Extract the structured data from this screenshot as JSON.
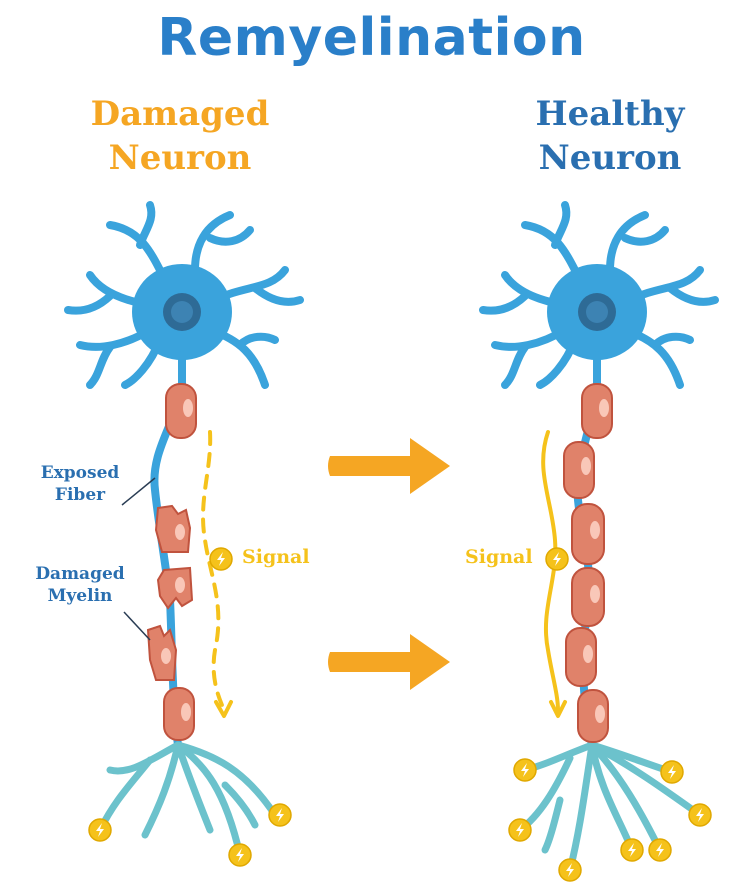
{
  "title": "Remyelination",
  "left": {
    "heading_line1": "Damaged",
    "heading_line2": "Neuron"
  },
  "right": {
    "heading_line1": "Healthy",
    "heading_line2": "Neuron"
  },
  "labels": {
    "exposed_fiber_line1": "Exposed",
    "exposed_fiber_line2": "Fiber",
    "damaged_myelin_line1": "Damaged",
    "damaged_myelin_line2": "Myelin",
    "signal_left": "Signal",
    "signal_right": "Signal"
  },
  "colors": {
    "title": "#2a7fc9",
    "accent_orange": "#f5a623",
    "label_blue": "#2a6fb0",
    "neuron_blue": "#3aa3dc",
    "nucleus": "#2e6b96",
    "myelin": "#e0826a",
    "myelin_dark": "#c0533e",
    "terminal": "#6cc2cc",
    "signal": "#f5c21b",
    "arrow": "#f5a623"
  },
  "icons": [
    "lightning-icon",
    "arrow-right-icon"
  ]
}
